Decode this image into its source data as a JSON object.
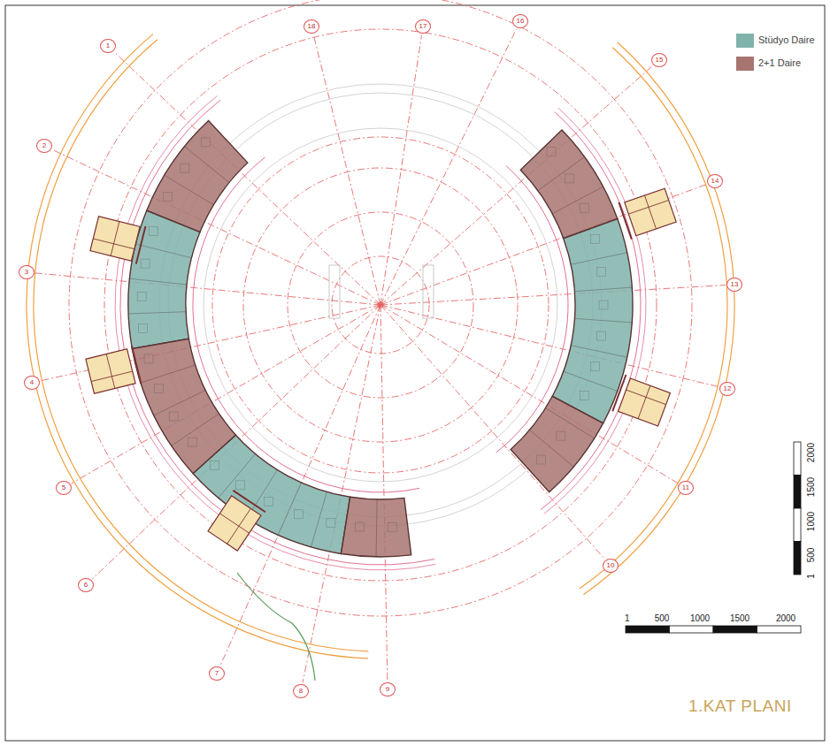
{
  "diagram": {
    "title": "1.KAT PLANI",
    "labels": [
      "1",
      "2",
      "3",
      "4",
      "5",
      "6",
      "7",
      "8",
      "9",
      "10",
      "11",
      "12",
      "13",
      "14",
      "15",
      "16",
      "17",
      "18",
      "1",
      "500",
      "1000",
      "1500",
      "2000",
      "2000",
      "1500",
      "1000",
      "500",
      "1"
    ],
    "legend": [
      {
        "text": "Stüdyo Daire",
        "color": "#7fb3aa"
      },
      {
        "text": "2+1 Daire",
        "color": "#a87471"
      }
    ]
  }
}
